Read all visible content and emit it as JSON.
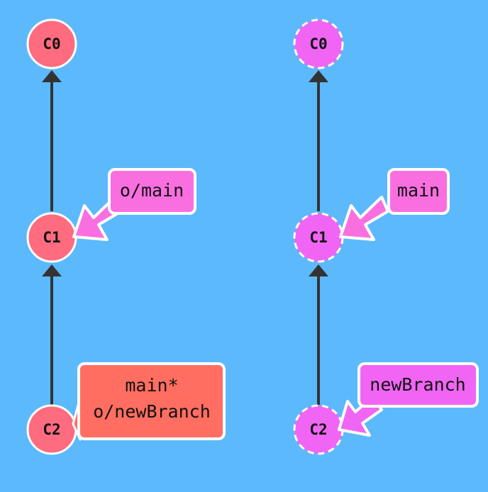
{
  "colors": {
    "background": "#5cb9fc",
    "local_commit": "#ff6b7f",
    "remote_commit": "#f165f4",
    "local_branch_box": "#ff6e60",
    "remote_branch_box": "#f165f4",
    "pointer_arrow": "#fa6fe0",
    "edge": "#333333",
    "outline": "#ffffff"
  },
  "local": {
    "commits": {
      "c0": "C0",
      "c1": "C1",
      "c2": "C2"
    },
    "branches": {
      "o_main": "o/main",
      "head_line1": "main*",
      "head_line2": "o/newBranch"
    }
  },
  "remote": {
    "commits": {
      "c0": "C0",
      "c1": "C1",
      "c2": "C2"
    },
    "branches": {
      "main": "main",
      "newBranch": "newBranch"
    }
  }
}
